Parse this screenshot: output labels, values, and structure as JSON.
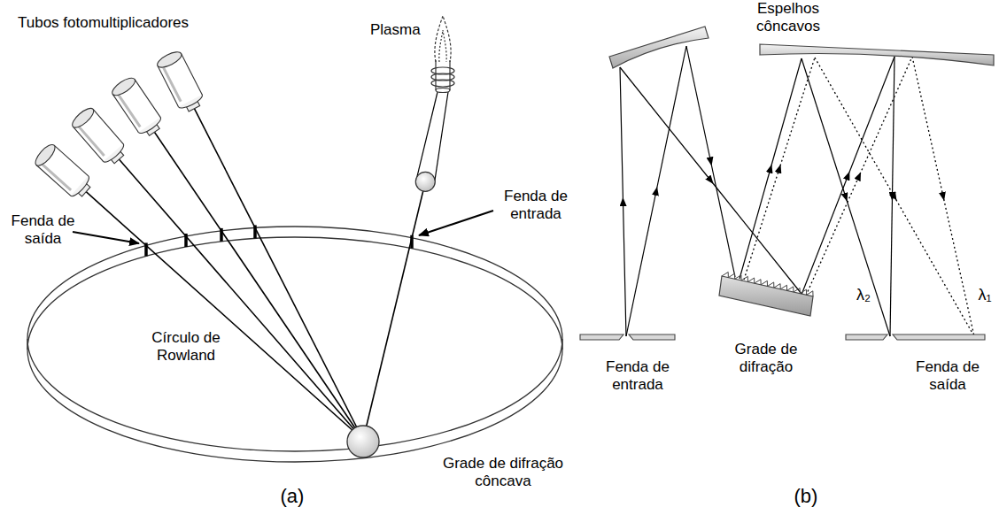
{
  "diagram": {
    "labels": [
      "Tubos fotomultiplicadores",
      "Plasma",
      "Fenda de saída",
      "Fenda de entrada",
      "Círculo de Rowland",
      "Grade de difração côncava",
      "(a)",
      "Espelhos côncavos",
      "Grade de difração",
      "Fenda de entrada",
      "Fenda de saída",
      "λ₂",
      "λ₁",
      "(b)"
    ]
  }
}
